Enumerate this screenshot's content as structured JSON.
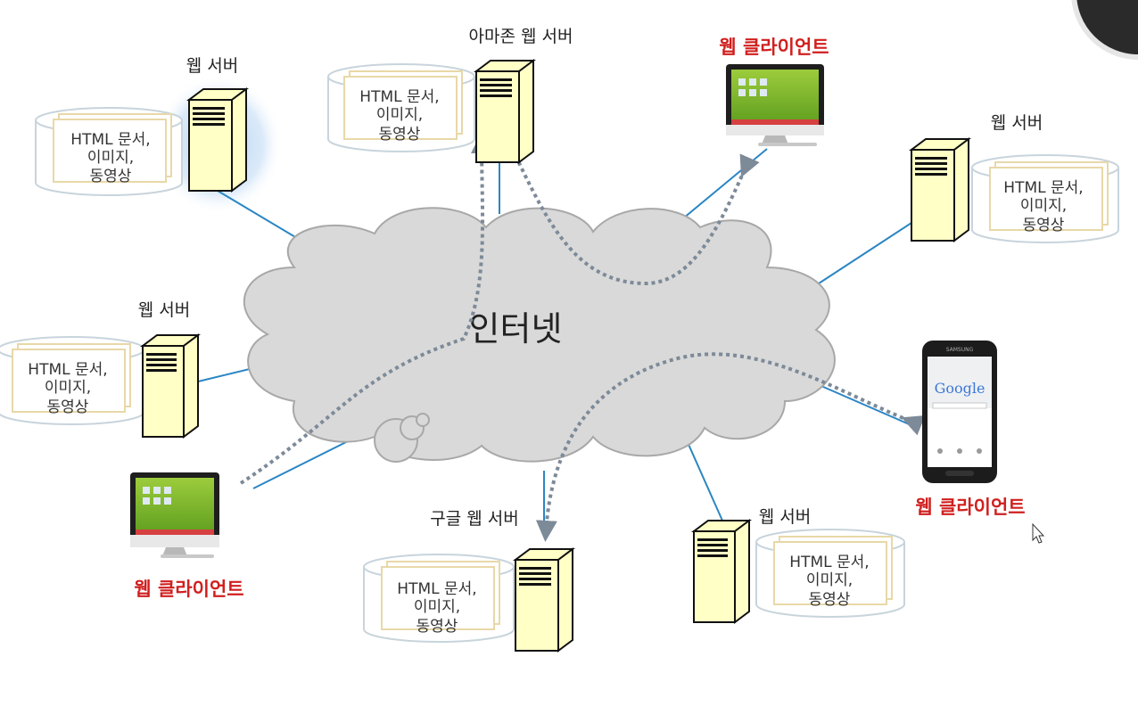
{
  "cloud": {
    "label": "인터넷"
  },
  "servers": [
    {
      "id": "s1",
      "label": "웹 서버",
      "docs": [
        "HTML 문서,",
        "이미지,",
        "동영상"
      ]
    },
    {
      "id": "s2",
      "label": "아마존 웹 서버",
      "docs": [
        "HTML 문서,",
        "이미지,",
        "동영상"
      ]
    },
    {
      "id": "s3",
      "label": "웹 서버",
      "docs": [
        "HTML 문서,",
        "이미지,",
        "동영상"
      ]
    },
    {
      "id": "s4",
      "label": "웹 서버",
      "docs": [
        "HTML 문서,",
        "이미지,",
        "동영상"
      ]
    },
    {
      "id": "s5",
      "label": "구글 웹 서버",
      "docs": [
        "HTML 문서,",
        "이미지,",
        "동영상"
      ]
    },
    {
      "id": "s6",
      "label": "웹 서버",
      "docs": [
        "HTML 문서,",
        "이미지,",
        "동영상"
      ]
    }
  ],
  "clients": [
    {
      "id": "c1",
      "label": "웹 클라이언트"
    },
    {
      "id": "c2",
      "label": "웹 클라이언트"
    },
    {
      "id": "c3",
      "label": "웹 클라이언트"
    }
  ],
  "phone": {
    "brand": "SAMSUNG",
    "search_logo": "Google"
  },
  "colors": {
    "client_label": "#d0201f",
    "link_line": "#2a86c4",
    "flow_arrow": "#7d8a98",
    "cloud": "#d9d9d9",
    "server_body": "#ffffc6"
  }
}
